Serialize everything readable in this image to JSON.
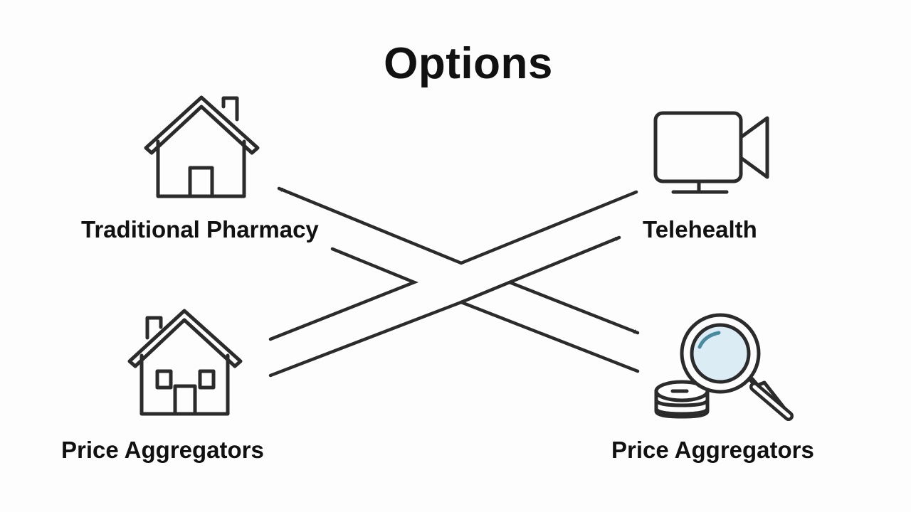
{
  "diagram": {
    "title": "Options",
    "nodes": [
      {
        "id": "traditional-pharmacy",
        "label": "Traditional Pharmacy",
        "icon": "house-icon"
      },
      {
        "id": "telehealth",
        "label": "Telehealth",
        "icon": "video-camera-icon"
      },
      {
        "id": "price-aggregators-left",
        "label": "Price Aggregators",
        "icon": "house-icon"
      },
      {
        "id": "price-aggregators-right",
        "label": "Price Aggregators",
        "icon": "magnifier-coins-icon"
      }
    ],
    "colors": {
      "stroke": "#2b2b2b",
      "text": "#111111",
      "background": "#fdfdfd",
      "lens": "#dcecf5"
    }
  }
}
